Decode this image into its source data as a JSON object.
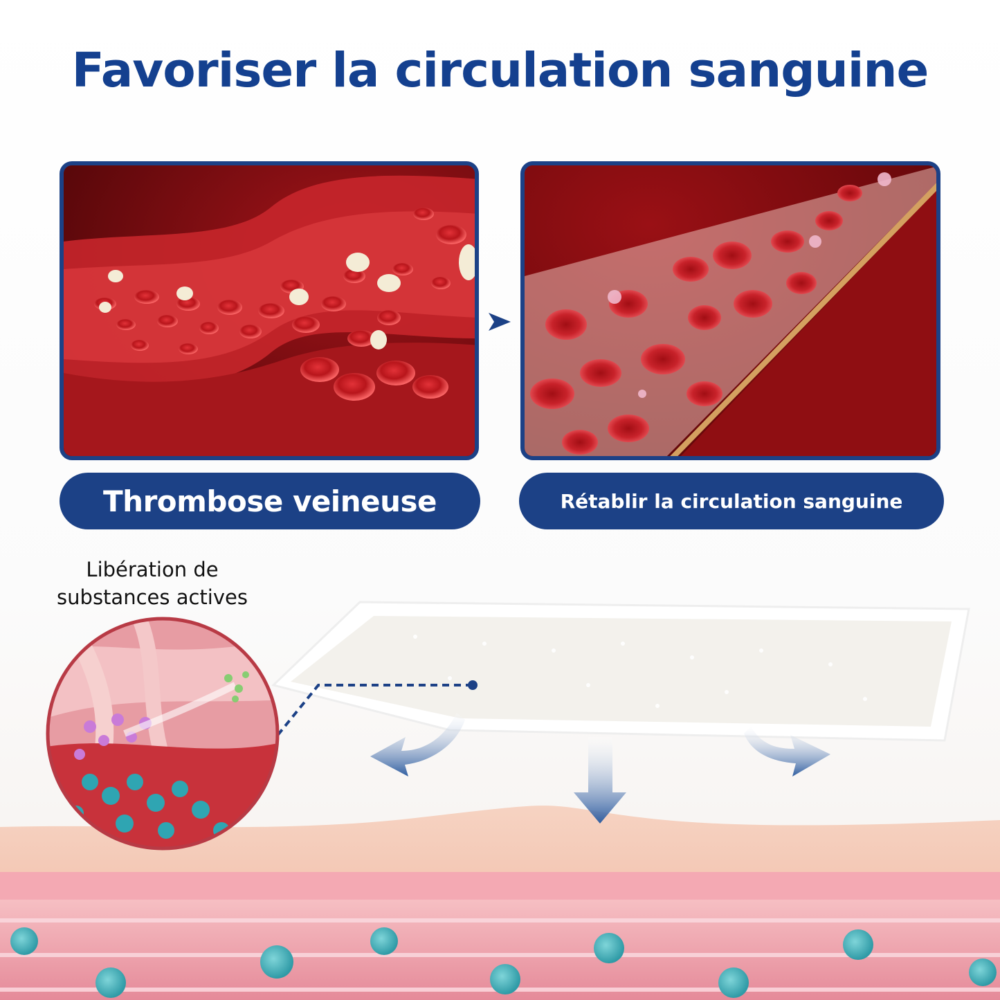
{
  "title": "Favoriser la circulation sanguine",
  "panels": {
    "left": {
      "label": "Thrombose veineuse",
      "image": "blood-clot-vein-image"
    },
    "right": {
      "label": "Rétablir la circulation sanguine",
      "image": "restored-blood-flow-image"
    }
  },
  "release_label": {
    "line1": "Libération de",
    "line2": "substances actives"
  },
  "icons": [
    "chevron-right-icon",
    "arrow-down-left-icon",
    "arrow-down-icon",
    "arrow-down-right-icon"
  ],
  "colors": {
    "brand_blue": "#1c4186",
    "title_blue": "#14408f",
    "blood_red": "#c8161b",
    "skin": "#f3c6b3"
  }
}
